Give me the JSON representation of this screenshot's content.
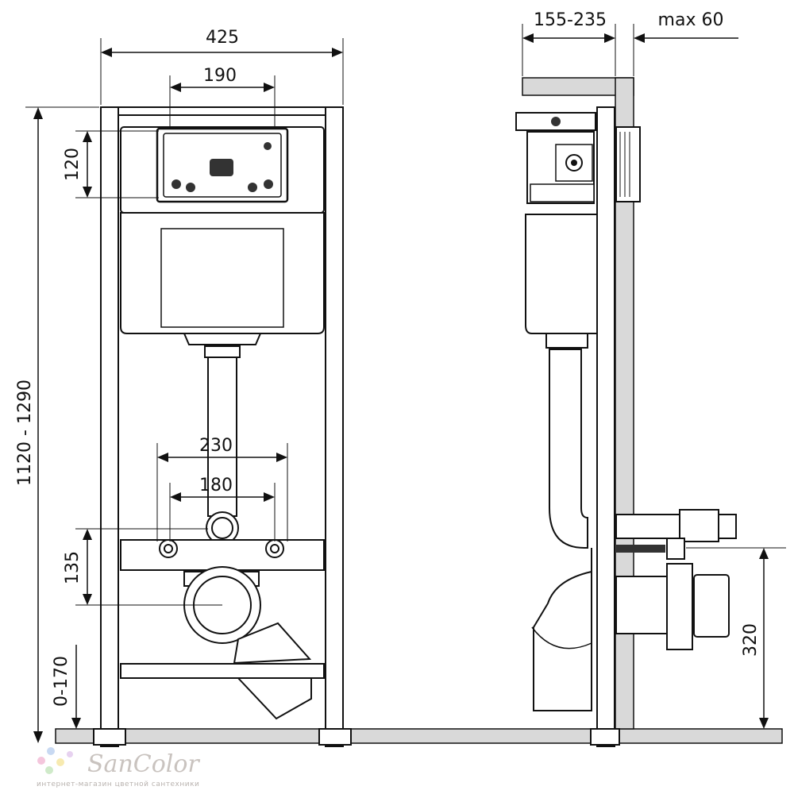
{
  "dimensions": {
    "width_total": "425",
    "panel_width": "190",
    "panel_height": "120",
    "frame_height": "1120 - 1290",
    "pipe_spacing_outer": "230",
    "pipe_spacing_inner": "180",
    "outlet_offset": "135",
    "foot_adjust": "0-170",
    "depth_range": "155-235",
    "wall_max": "max 60",
    "outlet_height": "320"
  },
  "watermark": {
    "brand": "SanColor",
    "tagline": "интернет-магазин цветной сантехники"
  },
  "colors": {
    "line": "#111111",
    "wall": "#d9d9d9",
    "watermark": "#c9c3bf"
  }
}
